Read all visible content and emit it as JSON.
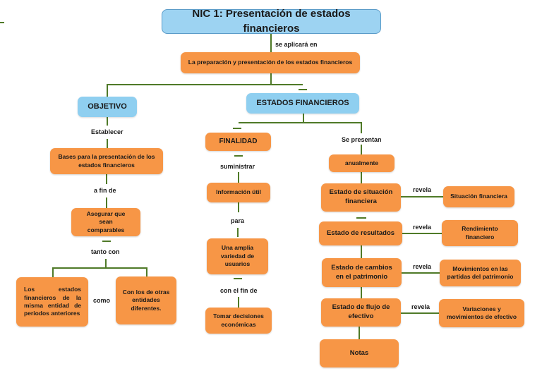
{
  "title": "NIC 1: Presentación de estados financieros",
  "connectors": {
    "se_aplicara_en": "se aplicará en",
    "establecer": "Establecer",
    "a_fin_de": "a fin de",
    "tanto_con": "tanto con",
    "como": "como",
    "suministrar": "suministrar",
    "para": "para",
    "con_el_fin_de": "con el fin de",
    "se_presentan": "Se presentan",
    "revela": "revela"
  },
  "nodes": {
    "preparacion": "La preparación y presentación de los estados financieros",
    "objetivo": "OBJETIVO",
    "estados_financieros": "ESTADOS FINANCIEROS",
    "bases": "Bases para la presentación de los estados financieros",
    "asegurar": "Asegurar que sean comparables",
    "mismos_periodos": "Los estados financieros de la misma entidad de periodos anteriores",
    "otras_entidades": "Con los de otras entidades diferentes.",
    "finalidad": "FINALIDAD",
    "informacion_util": "Información útil",
    "variedad_usuarios": "Una amplia variedad de usuarios",
    "tomar_decisiones": "Tomar decisiones económicas",
    "anualmente": "anualmente",
    "estado_situacion": "Estado de situación financiera",
    "situacion_financiera": "Situación financiera",
    "estado_resultados": "Estado de resultados",
    "rendimiento": "Rendimiento financiero",
    "estado_cambios": "Estado de cambios en el patrimonio",
    "movimientos_patrimonio": "Movimientos en las partidas del patrimonio",
    "estado_flujo": "Estado de flujo de efectivo",
    "variaciones_efectivo": "Variaciones y movimientos de efectivo",
    "notas": "Notas"
  },
  "colors": {
    "orange_node": "#f79646",
    "blue_node": "#8fcff0",
    "connector_line": "#4f7a28"
  }
}
